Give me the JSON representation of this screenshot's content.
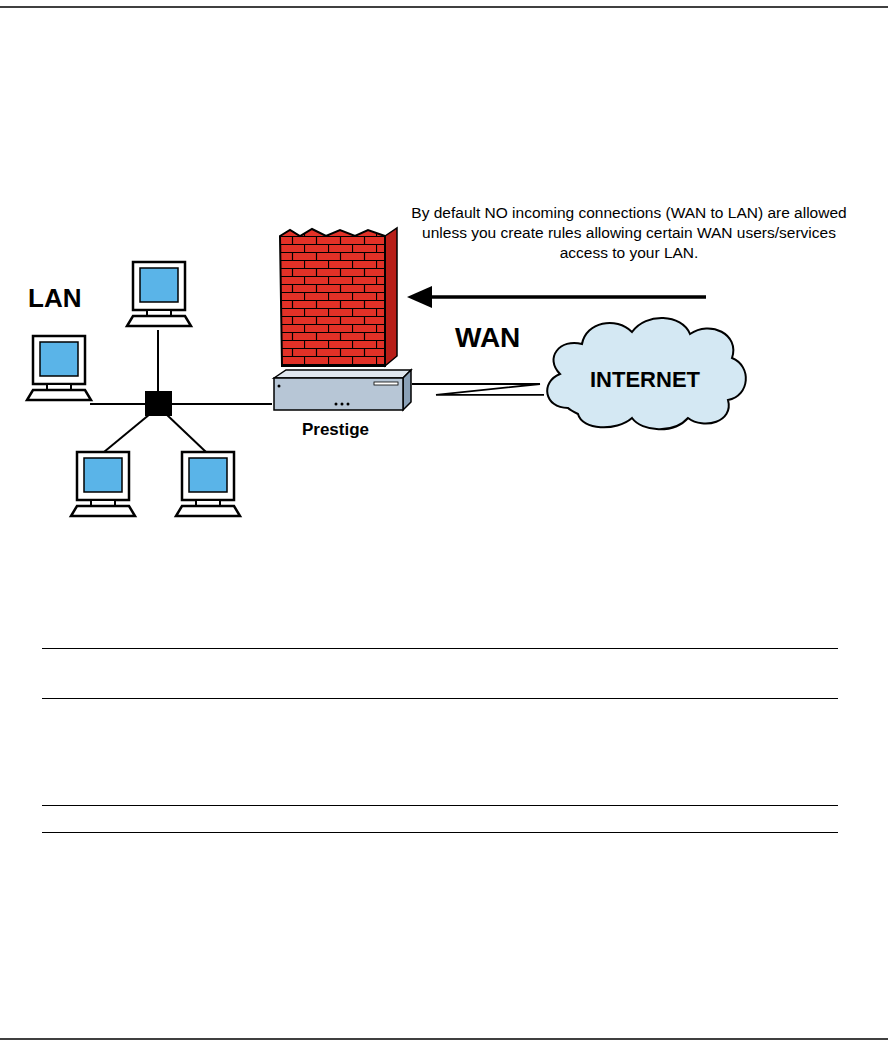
{
  "diagram": {
    "nodes": [
      {
        "text": [
          "Prestige"
        ]
      },
      {
        "text": [
          "INTERNET"
        ]
      }
    ],
    "edges": [
      {
        "from": 0,
        "to": 1,
        "arrow": "none"
      }
    ],
    "labels": [
      "By default NO incoming connections (WAN to LAN) are allowed unless you create rules allowing certain WAN users/services access to your LAN.",
      "LAN",
      "WAN"
    ]
  }
}
